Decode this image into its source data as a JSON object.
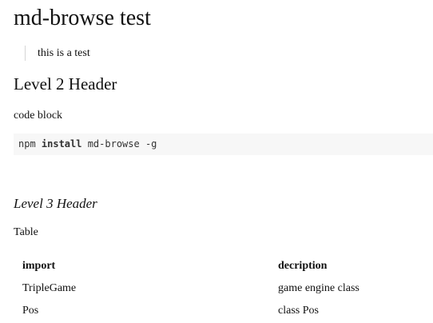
{
  "document": {
    "title": "md-browse test",
    "blockquote": "this is a test",
    "heading2": "Level 2 Header",
    "code_label": "code block",
    "code": {
      "prefix": "npm ",
      "keyword": "install",
      "suffix": " md-browse -g"
    },
    "heading3": "Level 3 Header",
    "table_label": "Table",
    "table": {
      "headers": [
        "import",
        "decription"
      ],
      "rows": [
        [
          "TripleGame",
          "game engine class"
        ],
        [
          "Pos",
          "class Pos"
        ]
      ]
    }
  }
}
